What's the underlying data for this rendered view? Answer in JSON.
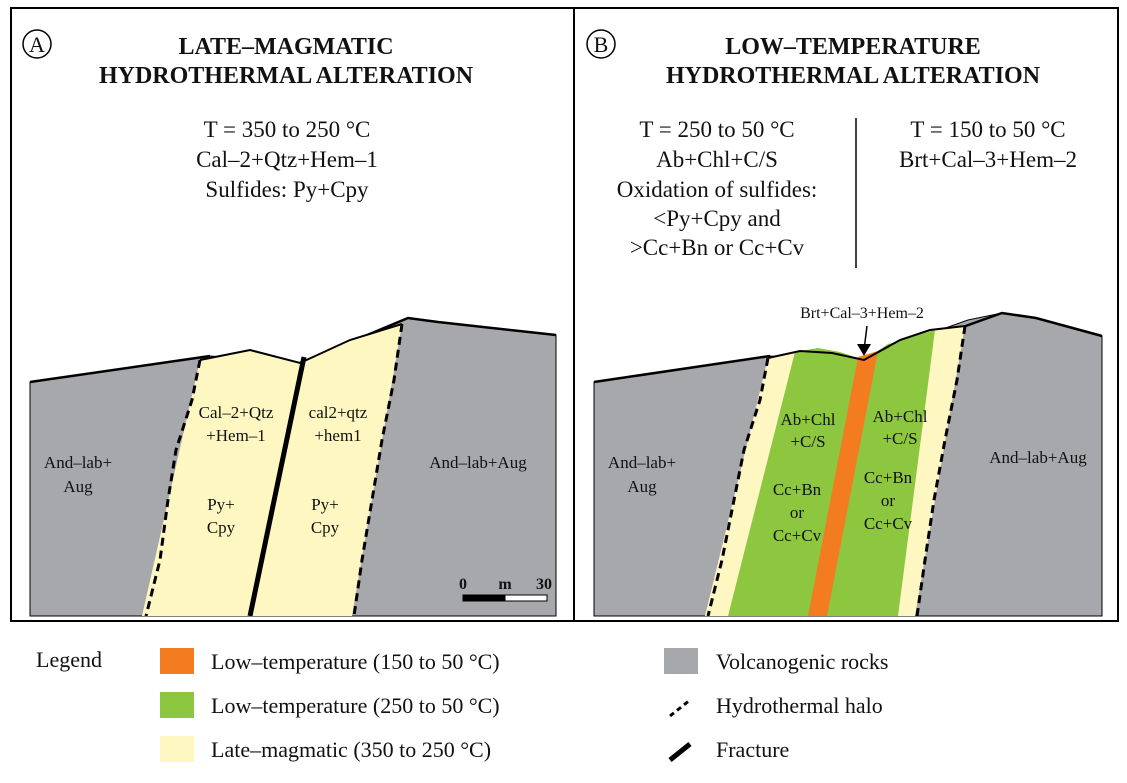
{
  "panel_a": {
    "letter": "A",
    "title_line1": "LATE–MAGMATIC",
    "title_line2": "HYDROTHERMAL ALTERATION",
    "conditions": [
      "T = 350 to 250 °C",
      "Cal–2+Qtz+Hem–1",
      "Sulfides: Py+Cpy"
    ],
    "host_left": [
      "And–lab+",
      "Aug"
    ],
    "host_right": "And–lab+Aug",
    "zone_left_upper": [
      "Cal–2+Qtz",
      "+Hem–1"
    ],
    "zone_right_upper": [
      "cal2+qtz",
      "+hem1"
    ],
    "zone_left_lower": [
      "Py+",
      "Cpy"
    ],
    "zone_right_lower": [
      "Py+",
      "Cpy"
    ],
    "scale": {
      "start": "0",
      "unit": "m",
      "end": "30"
    }
  },
  "panel_b": {
    "letter": "B",
    "title_line1": "LOW–TEMPERATURE",
    "title_line2": "HYDROTHERMAL ALTERATION",
    "conditions_left": [
      "T = 250 to 50 °C",
      "Ab+Chl+C/S",
      "Oxidation of sulfides:",
      "<Py+Cpy and",
      ">Cc+Bn or Cc+Cv"
    ],
    "conditions_right": [
      "T = 150 to 50 °C",
      "Brt+Cal–3+Hem–2"
    ],
    "vein_label": "Brt+Cal–3+Hem–2",
    "host_left": [
      "And–lab+",
      "Aug"
    ],
    "host_right": "And–lab+Aug",
    "zone_left_upper": [
      "Ab+Chl",
      "+C/S"
    ],
    "zone_right_upper": [
      "Ab+Chl",
      "+C/S"
    ],
    "zone_left_lower": [
      "Cc+Bn",
      "or",
      "Cc+Cv"
    ],
    "zone_right_lower": [
      "Cc+Bn",
      "or",
      "Cc+Cv"
    ]
  },
  "legend": {
    "title": "Legend",
    "items": [
      {
        "label": "Low–temperature (150 to 50 °C)",
        "color": "#f47c20"
      },
      {
        "label": "Low–temperature (250 to 50 °C)",
        "color": "#8dc63f"
      },
      {
        "label": "Late–magmatic (350 to 250 °C)",
        "color": "#fff7c2"
      },
      {
        "label": "Volcanogenic rocks",
        "color": "#a6a8ab"
      },
      {
        "label": "Hydrothermal halo",
        "symbol": "dashed-line"
      },
      {
        "label": "Fracture",
        "symbol": "solid-line"
      }
    ]
  },
  "colors": {
    "host_rock": "#a6a8ab",
    "late_magmatic": "#fff7c2",
    "low_temp_250": "#8dc63f",
    "low_temp_150": "#f47c20"
  }
}
